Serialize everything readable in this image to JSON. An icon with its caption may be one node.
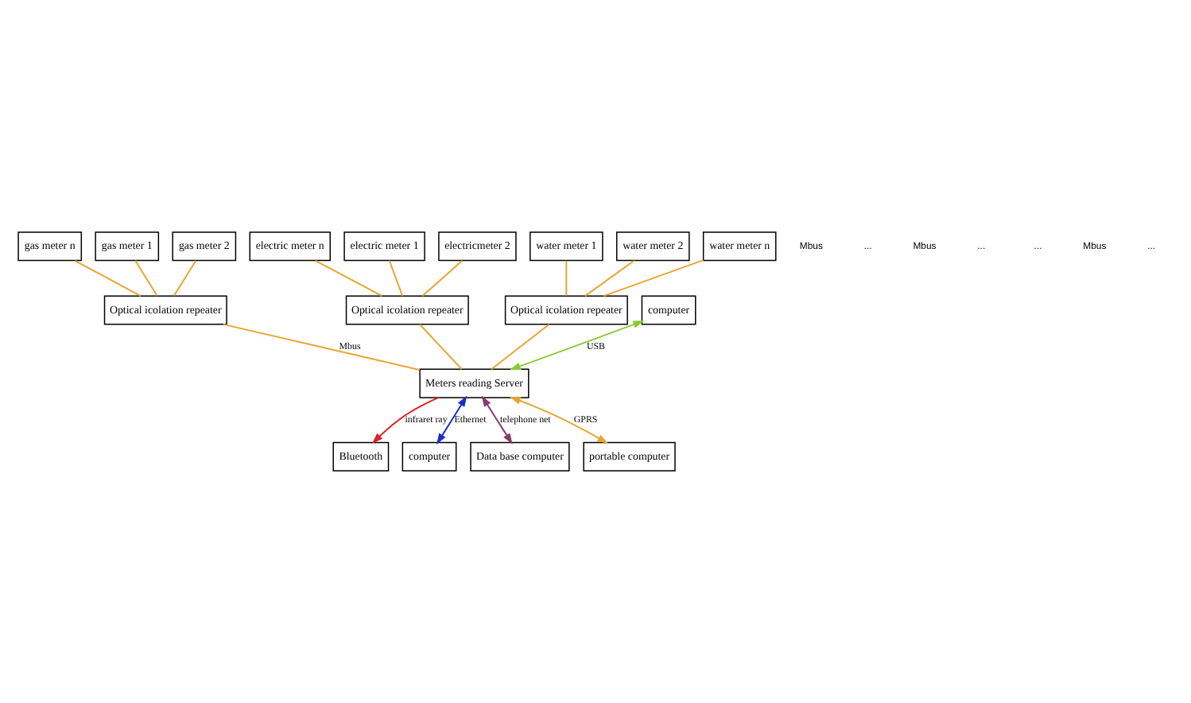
{
  "diagram": {
    "nodes": [
      {
        "text": [
          "water meter 1"
        ]
      },
      {
        "text": [
          "water meter 2"
        ]
      },
      {
        "text": [
          "water meter n"
        ]
      },
      {
        "text": [
          "Optical icolation repeater"
        ]
      },
      {
        "text": [
          "gas meter 1"
        ]
      },
      {
        "text": [
          "gas meter 2"
        ]
      },
      {
        "text": [
          "gas meter n"
        ]
      },
      {
        "text": [
          "Optical icolation repeater"
        ]
      },
      {
        "text": [
          "electric meter 1"
        ]
      },
      {
        "text": [
          "electricmeter 2"
        ]
      },
      {
        "text": [
          "electric meter n"
        ]
      },
      {
        "text": [
          "Optical icolation repeater"
        ]
      },
      {
        "text": [
          "computer"
        ]
      },
      {
        "text": [
          "Meters reading Server"
        ]
      },
      {
        "text": [
          "Bluetooth"
        ]
      },
      {
        "text": [
          "computer"
        ]
      },
      {
        "text": [
          "Data base computer"
        ]
      },
      {
        "text": [
          "portable computer"
        ]
      }
    ],
    "edges": [
      {
        "from": 0,
        "to": 3,
        "arrow": "none"
      },
      {
        "from": 1,
        "to": 3,
        "arrow": "none"
      },
      {
        "from": 2,
        "to": 3,
        "arrow": "none"
      },
      {
        "from": 4,
        "to": 7,
        "arrow": "none"
      },
      {
        "from": 5,
        "to": 7,
        "arrow": "none"
      },
      {
        "from": 6,
        "to": 7,
        "arrow": "none"
      },
      {
        "from": 8,
        "to": 11,
        "arrow": "none"
      },
      {
        "from": 9,
        "to": 11,
        "arrow": "none"
      },
      {
        "from": 10,
        "to": 11,
        "arrow": "none"
      },
      {
        "from": 3,
        "to": 13,
        "arrow": "none"
      },
      {
        "from": 7,
        "to": 13,
        "arrow": "none",
        "label": "Mbus"
      },
      {
        "from": 11,
        "to": 13,
        "arrow": "none"
      },
      {
        "from": 12,
        "to": 13,
        "arrow": "both",
        "label": "USB",
        "color": "#88cc33"
      },
      {
        "from": 13,
        "to": 14,
        "arrow": "to",
        "label": "infraret ray",
        "color": "#dd2222"
      },
      {
        "from": 13,
        "to": 15,
        "arrow": "both",
        "label": "Ethernet",
        "color": "#1a2fc8"
      },
      {
        "from": 13,
        "to": 16,
        "arrow": "both",
        "label": "telephone net",
        "color": "#8b3a6b"
      },
      {
        "from": 13,
        "to": 17,
        "arrow": "both",
        "label": "GPRS"
      }
    ],
    "labels": [
      "Mbus",
      "...",
      "Mbus",
      "...",
      "...",
      "Mbus",
      "..."
    ]
  }
}
